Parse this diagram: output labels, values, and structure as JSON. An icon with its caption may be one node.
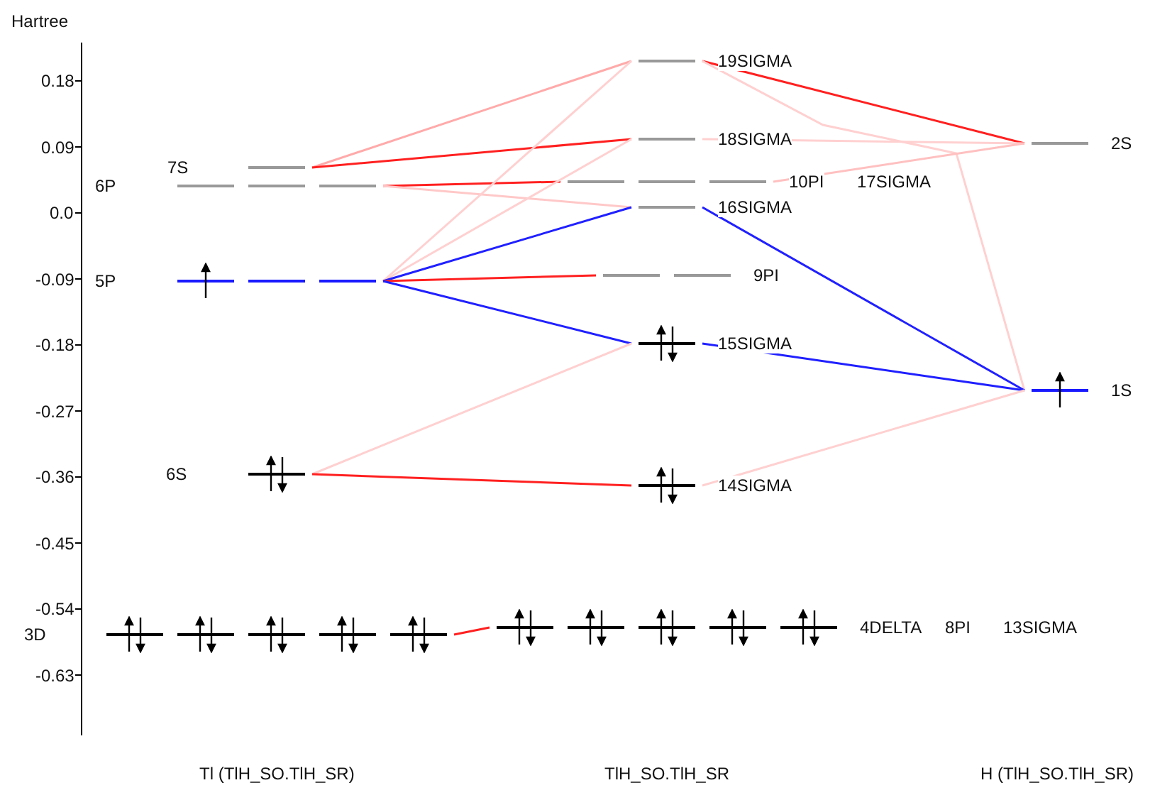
{
  "diagram": {
    "nodes": [
      {
        "text": [
          "7S"
        ]
      },
      {
        "text": [
          "6P"
        ]
      },
      {
        "text": [
          "5P"
        ]
      },
      {
        "text": [
          "6S"
        ]
      },
      {
        "text": [
          "3D"
        ]
      },
      {
        "text": [
          "19SIGMA"
        ]
      },
      {
        "text": [
          "18SIGMA"
        ]
      },
      {
        "text": [
          "10PI",
          "17SIGMA"
        ]
      },
      {
        "text": [
          "16SIGMA"
        ]
      },
      {
        "text": [
          "9PI"
        ]
      },
      {
        "text": [
          "15SIGMA"
        ]
      },
      {
        "text": [
          "14SIGMA"
        ]
      },
      {
        "text": [
          "4DELTA",
          "8PI",
          "13SIGMA"
        ]
      },
      {
        "text": [
          "2S"
        ]
      },
      {
        "text": [
          "1S"
        ]
      }
    ],
    "edges": [
      {
        "from": 0,
        "to": 5,
        "arrow": "none",
        "color": "#ffaaaa"
      },
      {
        "from": 0,
        "to": 6,
        "arrow": "none",
        "color": "#ff2020"
      },
      {
        "from": 1,
        "to": 7,
        "arrow": "none",
        "color": "#ff2020"
      },
      {
        "from": 1,
        "to": 8,
        "arrow": "none",
        "color": "#ffc8c8"
      },
      {
        "from": 2,
        "to": 5,
        "arrow": "none",
        "color": "#ffd0d0"
      },
      {
        "from": 2,
        "to": 6,
        "arrow": "none",
        "color": "#ffd0d0"
      },
      {
        "from": 2,
        "to": 8,
        "arrow": "none",
        "color": "#2020ff"
      },
      {
        "from": 2,
        "to": 9,
        "arrow": "none",
        "color": "#ff2020"
      },
      {
        "from": 2,
        "to": 10,
        "arrow": "none",
        "color": "#2020ff"
      },
      {
        "from": 3,
        "to": 10,
        "arrow": "none",
        "color": "#ffd0d0"
      },
      {
        "from": 3,
        "to": 11,
        "arrow": "none",
        "color": "#ff2020"
      },
      {
        "from": 4,
        "to": 12,
        "arrow": "none",
        "color": "#ff2020"
      },
      {
        "from": 5,
        "to": 13,
        "arrow": "none",
        "color": "#ff2020"
      },
      {
        "from": 5,
        "to": 14,
        "arrow": "none",
        "color": "#ffd0d0"
      },
      {
        "from": 6,
        "to": 13,
        "arrow": "none",
        "color": "#ffd0d0"
      },
      {
        "from": 7,
        "to": 13,
        "arrow": "none",
        "color": "#ffc0c0"
      },
      {
        "from": 8,
        "to": 14,
        "arrow": "none",
        "color": "#2020ff"
      },
      {
        "from": 10,
        "to": 14,
        "arrow": "none",
        "color": "#2020ff"
      },
      {
        "from": 11,
        "to": 14,
        "arrow": "none",
        "color": "#ffd0d0"
      }
    ],
    "labels": [
      "Hartree",
      "0.18",
      "0.09",
      "0.0",
      "-0.09",
      "-0.18",
      "-0.27",
      "-0.36",
      "-0.45",
      "-0.54",
      "-0.63",
      "Tl (TlH_SO.TlH_SR)",
      "TlH_SO.TlH_SR",
      "H (TlH_SO.TlH_SR)"
    ]
  }
}
